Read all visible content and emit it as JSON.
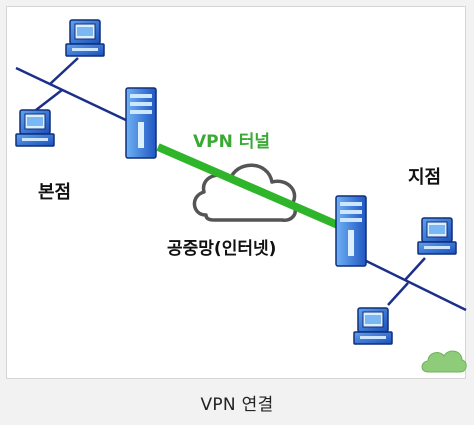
{
  "labels": {
    "headquarters": "본점",
    "branch": "지점",
    "public_network": "공중망(인터넷)",
    "vpn_tunnel": "VPN 터널"
  },
  "caption": "VPN 연결",
  "colors": {
    "tunnel": "#2fb52a",
    "network_line": "#1c2f8a",
    "device_blue": "#2f6fd6",
    "cloud_outline": "#555555",
    "watermark": "#8fcc7a"
  },
  "icons": {
    "workstation": "computer-icon",
    "server": "server-tower-icon",
    "internet": "cloud-icon",
    "watermark": "cloud-logo-icon"
  }
}
